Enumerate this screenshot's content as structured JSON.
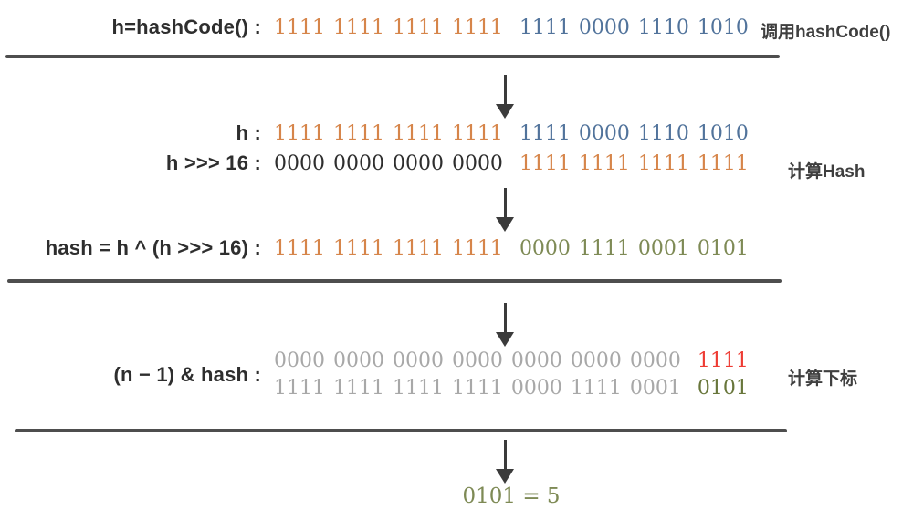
{
  "colors": {
    "orange": "#D6854A",
    "blue": "#51739B",
    "olive": "#7E8A55",
    "olive_dark": "#68763B",
    "gray": "#A8A8A8",
    "red": "#EE3B33",
    "label": "#2E2E2E",
    "side": "#3F3F3F",
    "line": "#4E4E4E",
    "arrow": "#3B3B3B"
  },
  "steps": {
    "call_hashcode": {
      "label": "h=hashCode() :",
      "binary_high": "1111 1111 1111 1111",
      "binary_low": "1111 0000 1110 1010",
      "side_label": "调用hashCode()"
    },
    "compute_hash": {
      "h_label": "h :",
      "h_high": "1111 1111 1111 1111",
      "h_low": "1111 0000 1110 1010",
      "shift_label": "h >>> 16 :",
      "shift_zeros": "0000 0000 0000 0000",
      "shift_ones": "1111 1111 1111 1111",
      "side_label": "计算Hash"
    },
    "xor": {
      "label": "hash = h ^ (h >>> 16) :",
      "binary_high": "1111 1111 1111 1111",
      "binary_low": "0000 1111 0001 0101"
    },
    "compute_index": {
      "label": "(n − 1) & hash :",
      "mask_gray": "0000 0000 0000 0000 0000 0000 0000",
      "mask_red": "1111",
      "hash_gray": "1111 1111 1111 1111 0000 1111 0001",
      "hash_olive": "0101",
      "side_label": "计算下标"
    },
    "result": {
      "text": "0101 = 5"
    }
  }
}
